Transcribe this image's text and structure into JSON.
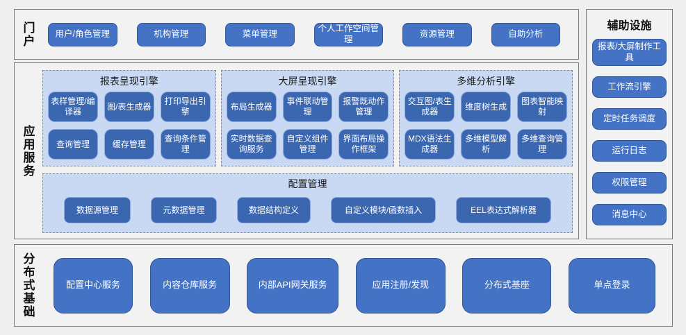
{
  "portal": {
    "label": "门户",
    "buttons": [
      "用户/角色管理",
      "机构管理",
      "菜单管理",
      "个人工作空间管理",
      "资源管理",
      "自助分析"
    ]
  },
  "app_services": {
    "label": "应用服务",
    "engines": [
      {
        "title": "报表呈现引擎",
        "items": [
          "表样管理/编译器",
          "图/表生成器",
          "打印导出引擎",
          "查询管理",
          "缓存管理",
          "查询条件管理"
        ]
      },
      {
        "title": "大屏呈现引擎",
        "items": [
          "布局生成器",
          "事件联动管理",
          "报警既动作管理",
          "实时数据查询服务",
          "自定义组件管理",
          "界面布局操作框架"
        ]
      },
      {
        "title": "多维分析引擎",
        "items": [
          "交互图/表生成器",
          "维度树生成",
          "图表智能映射",
          "MDX语法生成器",
          "多维模型解析",
          "多维查询管理"
        ]
      }
    ],
    "config": {
      "title": "配置管理",
      "items": [
        "数据源管理",
        "元数据管理",
        "数据结构定义",
        "自定义模块/函数插入",
        "EEL表达式解析器"
      ]
    }
  },
  "auxiliary": {
    "title": "辅助设施",
    "items": [
      "报表/大屏制作工具",
      "工作流引擎",
      "定时任务调度",
      "运行日志",
      "权限管理",
      "消息中心"
    ]
  },
  "foundation": {
    "label": "分布式基础",
    "items": [
      "配置中心服务",
      "内容仓库服务",
      "内部API网关服务",
      "应用注册/发现",
      "分布式基座",
      "单点登录"
    ]
  },
  "colors": {
    "button_blue": "#4472c4",
    "node_blue": "#3b67b1",
    "node_border": "#8faadc",
    "panel_fill": "#c9d8f3",
    "section_border": "#7a7a7a",
    "background": "#efeff0"
  }
}
